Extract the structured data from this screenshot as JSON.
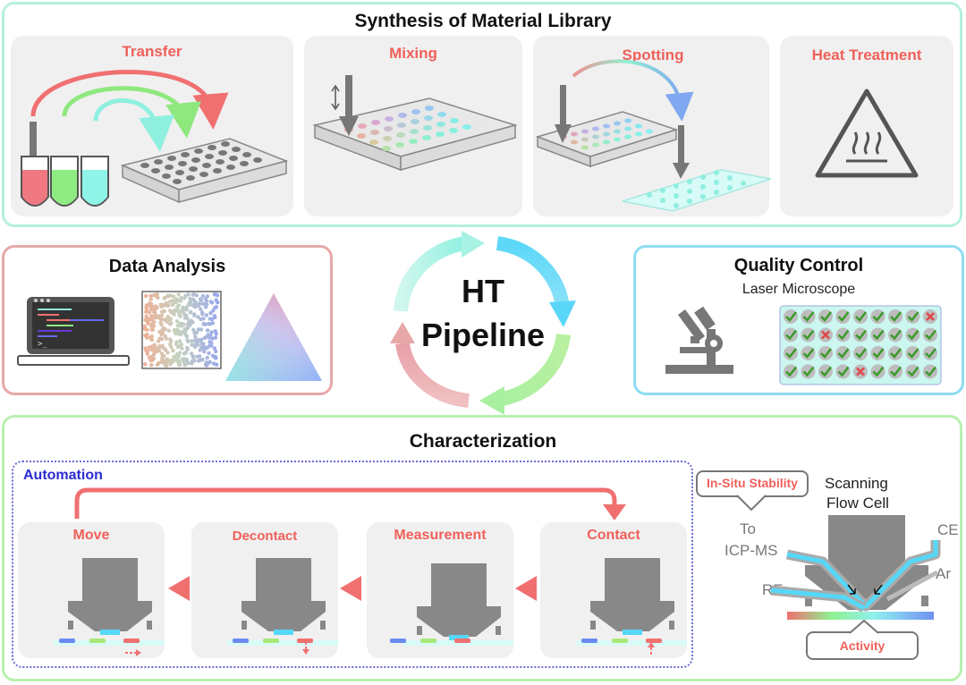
{
  "synthesis": {
    "title": "Synthesis of Material Library",
    "steps": [
      "Transfer",
      "Mixing",
      "Spotting",
      "Heat Treatment"
    ]
  },
  "data_analysis": {
    "title": "Data Analysis"
  },
  "pipeline": {
    "line1": "HT",
    "line2": "Pipeline"
  },
  "quality_control": {
    "title": "Quality Control",
    "subtitle": "Laser Microscope"
  },
  "characterization": {
    "title": "Characterization",
    "automation_label": "Automation",
    "steps": [
      "Move",
      "Decontact",
      "Measurement",
      "Contact"
    ],
    "flow_cell": {
      "title_line1": "Scanning",
      "title_line2": "Flow Cell",
      "insitu": "In-Situ Stability",
      "to": "To",
      "icpms": "ICP-MS",
      "ce": "CE",
      "ar": "Ar",
      "re": "RE",
      "activity": "Activity"
    }
  },
  "colors": {
    "synthesis_border": "#b6f0dc",
    "data_border": "#e6a9aa",
    "qc_border": "#8fdcf2",
    "char_border": "#b9f0b0",
    "label_red": "#f0605a",
    "automation_blue": "#2b2bd1"
  }
}
